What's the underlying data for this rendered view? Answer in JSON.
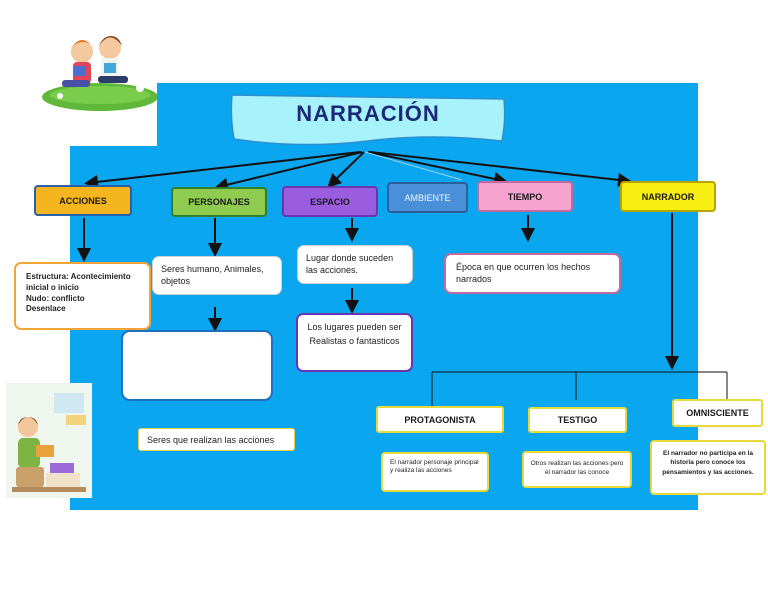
{
  "title": "NARRACIÓN",
  "categories": {
    "acciones": "ACCIONES",
    "personajes": "PERSONAJES",
    "espacio": "ESPACIO",
    "ambiente": "AMBIENTE",
    "tiempo": "TIEMPO",
    "narrador": "NARRADOR"
  },
  "notes": {
    "acciones_1": "Estructura: Acontecimiento inicial o inicio",
    "acciones_2": "Nudo: conflicto",
    "acciones_3": "Desenlace",
    "personajes_1": "Seres humano, Animales, objetos",
    "personajes_2": "",
    "personajes_3": "Seres que realizan las  acciones",
    "espacio_1": "Lugar donde suceden las acciones.",
    "espacio_2": "Los lugares pueden ser Realistas o fantasticos",
    "tiempo_1": "Época en que ocurren los hechos narrados"
  },
  "narrator_types": {
    "protagonista": "PROTAGONISTA",
    "testigo": "TESTIGO",
    "omnisciente": "OMNISCIENTE",
    "protagonista_desc": "El narrador personaje principal y realiza las acciones",
    "testigo_desc": "Otros realizan las acciones pero el  narrador las conoce",
    "omnisciente_desc": "El narrador no participa en la historia pero conoce los pensamientos y las acciones."
  },
  "colors": {
    "panel": "#0aa6ef",
    "acciones": "#f5b51e",
    "personajes": "#8fcb4f",
    "espacio": "#9b5de0",
    "ambiente": "#4a90d9",
    "tiempo": "#f7a3d0",
    "narrador": "#f8ee12",
    "title_banner": "#a8f2fb"
  },
  "icons": [
    "children-reading-illustration",
    "girl-with-books-illustration"
  ]
}
